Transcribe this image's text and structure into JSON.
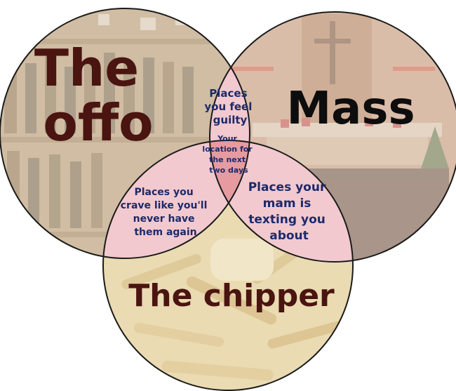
{
  "sets": {
    "offo": {
      "lines": [
        "The",
        "offo"
      ],
      "color": "#4a1410"
    },
    "mass": {
      "lines": [
        "Mass"
      ],
      "color": "#0d0d0d"
    },
    "chipper": {
      "lines": [
        "The chipper"
      ],
      "color": "#4a1410"
    }
  },
  "overlaps": {
    "offo_mass": [
      "Places",
      "you feel",
      "guilty"
    ],
    "offo_chipper": [
      "Places you",
      "crave like you'll",
      "never have",
      "them again"
    ],
    "mass_chipper": [
      "Places your",
      "mam is",
      "texting you",
      "about"
    ],
    "center": [
      "Your",
      "location for",
      "the next",
      "two days"
    ]
  },
  "colors": {
    "outline": "#1a1a1a",
    "region_text": "#1c2a6b",
    "pair_fill": "#f2c9cf",
    "center_fill": "#e69ba1",
    "offo_tint": "#b79a72",
    "mass_tint": "#c9a184",
    "chipper_tint": "#e3cf98"
  }
}
